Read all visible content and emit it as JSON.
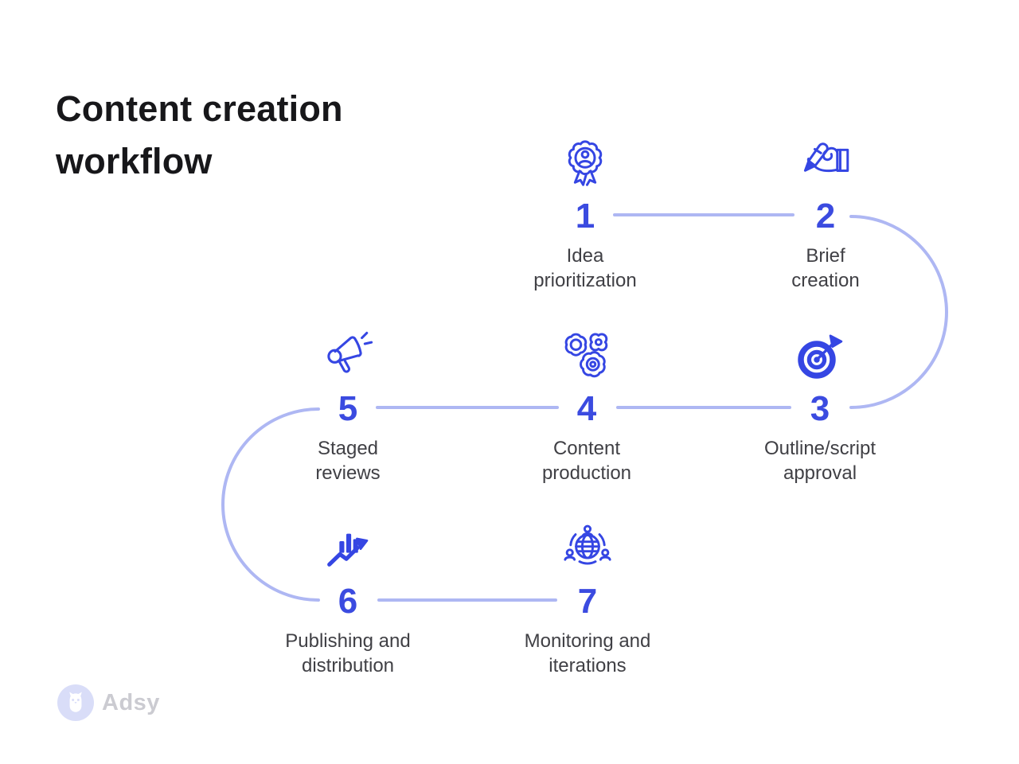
{
  "title": {
    "text": "Content creation workflow"
  },
  "steps": [
    {
      "number": "1",
      "label": "Idea\nprioritization",
      "icon": "award-badge-icon"
    },
    {
      "number": "2",
      "label": "Brief\ncreation",
      "icon": "writing-hand-icon"
    },
    {
      "number": "3",
      "label": "Outline/script\napproval",
      "icon": "target-arrow-icon"
    },
    {
      "number": "4",
      "label": "Content\nproduction",
      "icon": "gears-icon"
    },
    {
      "number": "5",
      "label": "Staged\nreviews",
      "icon": "megaphone-icon"
    },
    {
      "number": "6",
      "label": "Publishing and\ndistribution",
      "icon": "chart-growth-icon"
    },
    {
      "number": "7",
      "label": "Monitoring and\niterations",
      "icon": "globe-people-icon"
    }
  ],
  "logo": {
    "text": "Adsy",
    "icon": "owl-icon"
  },
  "colors": {
    "icon_blue": "#3546E3",
    "number_blue": "#3B4BE0",
    "connector_lavender": "#AEB7F3",
    "label_gray": "#404045",
    "title_black": "#17171A",
    "logo_circle": "#D9DDF8",
    "logo_text_gray": "#CBCBD1"
  }
}
